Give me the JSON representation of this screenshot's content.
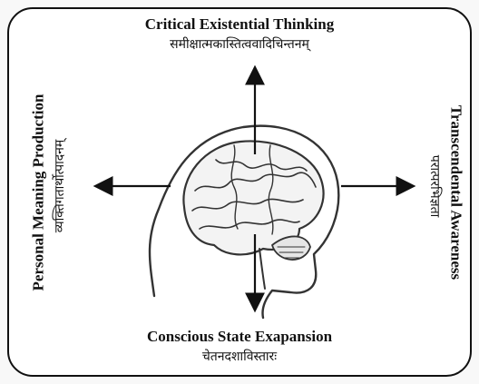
{
  "top": {
    "title": "Critical Existential Thinking",
    "subtitle": "समीक्षात्मकास्तित्ववादिचिन्तनम्"
  },
  "bottom": {
    "title": "Conscious State Exapansion",
    "subtitle": "चेतनदशाविस्तारः"
  },
  "left": {
    "title": "Personal Meaning Production",
    "subtitle": "व्यक्तिगतार्थोत्पादनम्"
  },
  "right": {
    "title": "Transcendental Awareness",
    "subtitle": "परात्परभिज्ञता"
  },
  "center_icon": "brain-head-icon"
}
